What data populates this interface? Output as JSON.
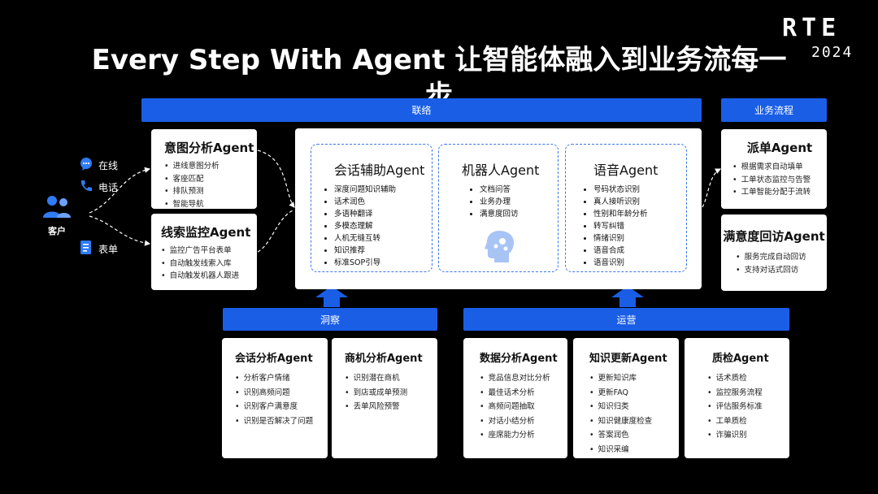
{
  "title": "Every Step With Agent 让智能体融入到业务流每一步",
  "logo": {
    "line1": "RTE",
    "line2": "2024"
  },
  "channels": {
    "customer_label": "客户",
    "online": "在线",
    "phone": "电话",
    "form": "表单"
  },
  "bars": {
    "liaison": "联络",
    "business_flow": "业务流程",
    "insight": "洞察",
    "operation": "运营"
  },
  "left_cards": [
    {
      "title": "意图分析Agent",
      "items": [
        "进线意图分析",
        "客座匹配",
        "排队预测",
        "智能导航"
      ]
    },
    {
      "title": "线索监控Agent",
      "items": [
        "监控广告平台表单",
        "自动触发线索入库",
        "自动触发机器人跟进"
      ]
    }
  ],
  "center_cards": [
    {
      "title": "会话辅助Agent",
      "items": [
        "深度问题知识辅助",
        "话术润色",
        "多语种翻译",
        "多模态理解",
        "人机无缝互转",
        "知识推荐",
        "标准SOP引导"
      ]
    },
    {
      "title": "机器人Agent",
      "items": [
        "文档问答",
        "业务办理",
        "满意度回访"
      ]
    },
    {
      "title": "语音Agent",
      "items": [
        "号码状态识别",
        "真人接听识别",
        "性别和年龄分析",
        "转写纠错",
        "情绪识别",
        "语音合成",
        "语音识别"
      ]
    }
  ],
  "right_cards": [
    {
      "title": "派单Agent",
      "items": [
        "根据需求自动填单",
        "工单状态监控与告警",
        "工单智能分配于流转"
      ]
    },
    {
      "title": "满意度回访Agent",
      "items": [
        "服务完成自动回访",
        "支持对话式回访"
      ]
    }
  ],
  "insight_cards": [
    {
      "title": "会话分析Agent",
      "items": [
        "分析客户情绪",
        "识别高频问题",
        "识别客户满意度",
        "识别是否解决了问题"
      ]
    },
    {
      "title": "商机分析Agent",
      "items": [
        "识别潜在商机",
        "到店或成单预测",
        "丢单风险预警"
      ]
    }
  ],
  "operation_cards": [
    {
      "title": "数据分析Agent",
      "items": [
        "竞品信息对比分析",
        "最佳话术分析",
        "高频问题抽取",
        "对话小结分析",
        "座席能力分析"
      ]
    },
    {
      "title": "知识更新Agent",
      "items": [
        "更新知识库",
        "更新FAQ",
        "知识归类",
        "知识健康度检查",
        "答案润色",
        "知识采编"
      ]
    },
    {
      "title": "质检Agent",
      "items": [
        "话术质检",
        "监控服务流程",
        "评估服务标准",
        "工单质检",
        "诈骗识别"
      ]
    }
  ],
  "colors": {
    "accent": "#1a5ee6",
    "background": "#000000",
    "card": "#ffffff",
    "dashed": "#3b78e7"
  }
}
